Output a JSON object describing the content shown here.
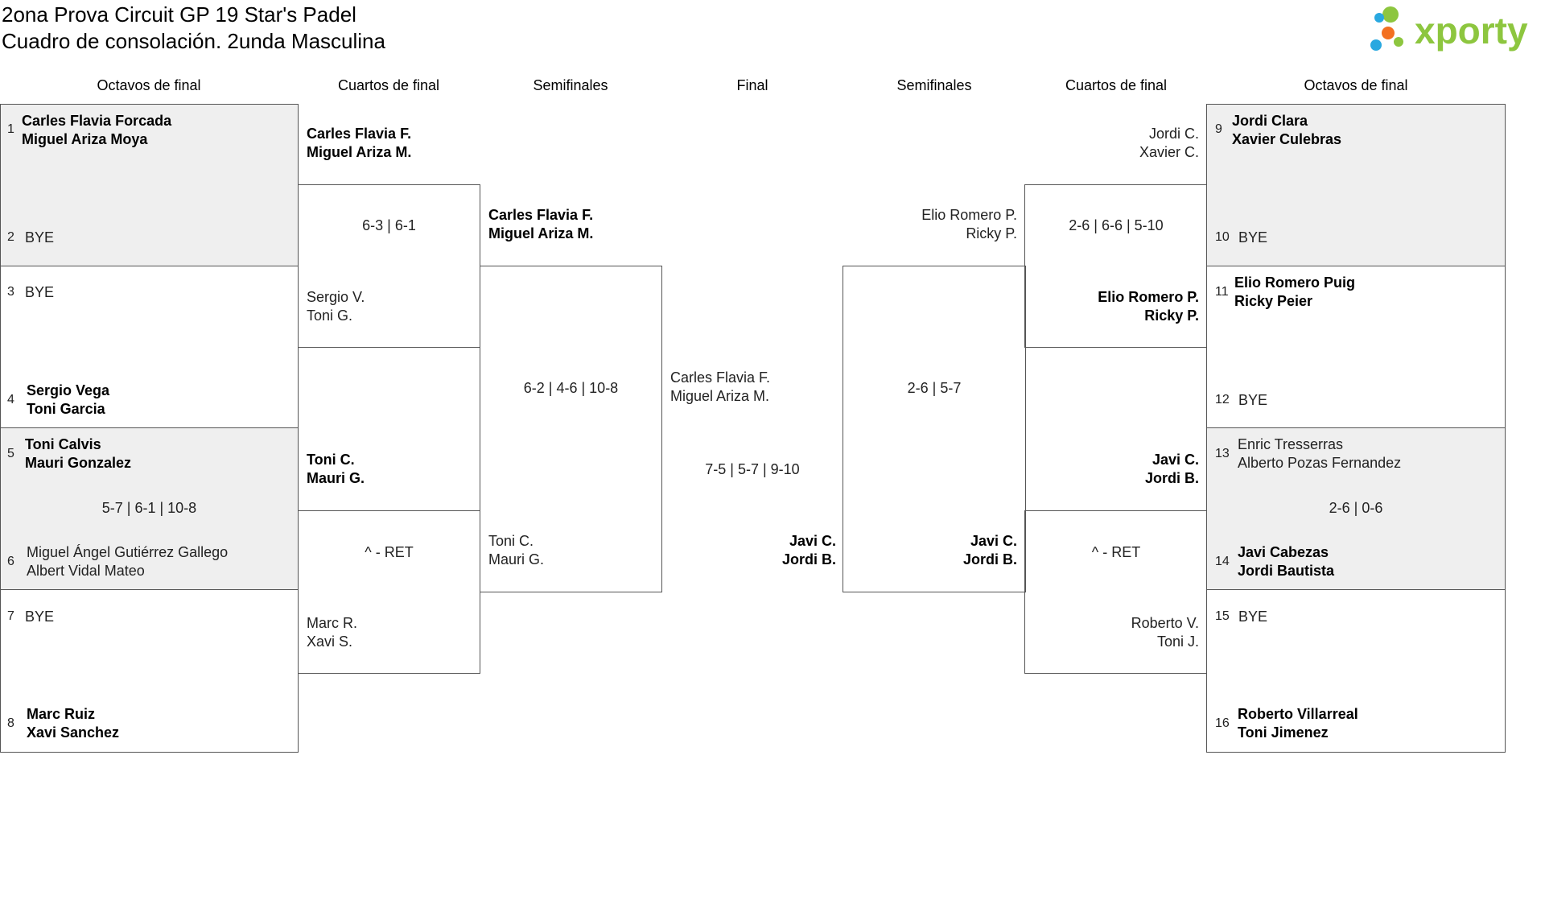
{
  "header": {
    "title_line1": "2ona Prova Circuit GP 19 Star's Padel",
    "title_line2": "Cuadro de consolación. 2unda Masculina",
    "logo_text": "xporty"
  },
  "rounds": {
    "left_r16": "Octavos de final",
    "left_qf": "Cuartos de final",
    "left_sf": "Semifinales",
    "final": "Final",
    "right_sf": "Semifinales",
    "right_qf": "Cuartos de final",
    "right_r16": "Octavos de final"
  },
  "r16": [
    {
      "seed": "1",
      "p1": "Carles Flavia Forcada",
      "p2": "Miguel Ariza Moya"
    },
    {
      "seed": "2",
      "p1": "BYE"
    },
    {
      "seed": "3",
      "p1": "BYE"
    },
    {
      "seed": "4",
      "p1": "Sergio Vega",
      "p2": "Toni Garcia"
    },
    {
      "seed": "5",
      "p1": "Toni Calvis",
      "p2": "Mauri Gonzalez"
    },
    {
      "seed": "6",
      "p1": "Miguel Ángel Gutiérrez Gallego",
      "p2": "Albert Vidal Mateo"
    },
    {
      "seed": "7",
      "p1": "BYE"
    },
    {
      "seed": "8",
      "p1": "Marc Ruiz",
      "p2": "Xavi Sanchez"
    },
    {
      "seed": "9",
      "p1": "Jordi Clara",
      "p2": "Xavier Culebras"
    },
    {
      "seed": "10",
      "p1": "BYE"
    },
    {
      "seed": "11",
      "p1": "Elio Romero Puig",
      "p2": "Ricky Peier"
    },
    {
      "seed": "12",
      "p1": "BYE"
    },
    {
      "seed": "13",
      "p1": "Enric Tresserras",
      "p2": "Alberto Pozas Fernandez"
    },
    {
      "seed": "14",
      "p1": "Javi Cabezas",
      "p2": "Jordi Bautista"
    },
    {
      "seed": "15",
      "p1": "BYE"
    },
    {
      "seed": "16",
      "p1": "Roberto Villarreal",
      "p2": "Toni Jimenez"
    }
  ],
  "r16_scores": {
    "m3": "5-7 | 6-1 | 10-8",
    "m7": "2-6 | 0-6"
  },
  "qf": {
    "l1": {
      "p1": "Carles Flavia F.",
      "p2": "Miguel Ariza M."
    },
    "l2": {
      "p1": "Sergio V.",
      "p2": "Toni G."
    },
    "l3": {
      "p1": "Toni C.",
      "p2": "Mauri G."
    },
    "l4": {
      "p1": "Marc R.",
      "p2": "Xavi S."
    },
    "r1": {
      "p1": "Jordi C.",
      "p2": "Xavier C."
    },
    "r2": {
      "p1": "Elio Romero P.",
      "p2": "Ricky P."
    },
    "r3": {
      "p1": "Javi C.",
      "p2": "Jordi B."
    },
    "r4": {
      "p1": "Roberto V.",
      "p2": "Toni J."
    }
  },
  "qf_scores": {
    "l_top": "6-3 | 6-1",
    "l_bot": "^ - RET",
    "r_top": "2-6 | 6-6 | 5-10",
    "r_bot": "^ - RET"
  },
  "sf": {
    "l1": {
      "p1": "Carles Flavia F.",
      "p2": "Miguel Ariza M."
    },
    "l2": {
      "p1": "Toni C.",
      "p2": "Mauri G."
    },
    "r1": {
      "p1": "Elio Romero P.",
      "p2": "Ricky P."
    },
    "r2": {
      "p1": "Javi C.",
      "p2": "Jordi B."
    }
  },
  "sf_scores": {
    "left": "6-2 | 4-6 | 10-8",
    "right": "2-6 | 5-7"
  },
  "final": {
    "l": {
      "p1": "Carles Flavia F.",
      "p2": "Miguel Ariza M."
    },
    "r": {
      "p1": "Javi C.",
      "p2": "Jordi B."
    },
    "score": "7-5 | 5-7 | 9-10"
  },
  "colors": {
    "shade": "#efefef",
    "border": "#555555",
    "logo_green": "#8dc63f",
    "logo_blue": "#29a8e0",
    "logo_orange": "#f37021"
  }
}
